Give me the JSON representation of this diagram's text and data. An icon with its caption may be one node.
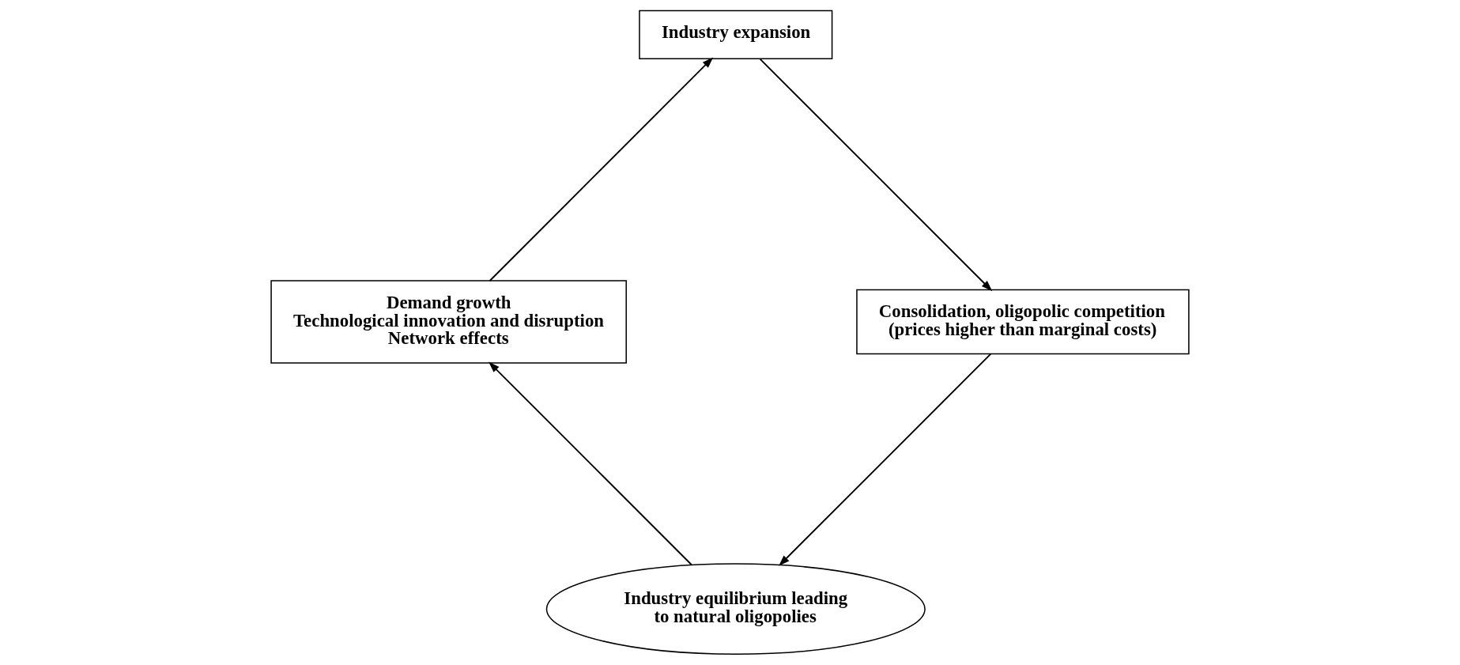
{
  "diagram": {
    "nodes": [
      {
        "text": [
          "Industry equilibrium leading to natural oligopolies"
        ]
      },
      {
        "text": [
          "Demand growth",
          "Technological innovation and disruption",
          "Network effects"
        ]
      },
      {
        "text": [
          "Industry expansion"
        ]
      },
      {
        "text": [
          "Consolidation, oligopolic competition (prices higher than marginal costs)"
        ]
      }
    ],
    "edges": [
      {
        "from": 0,
        "to": 1,
        "arrow": "to"
      },
      {
        "from": 1,
        "to": 2,
        "arrow": "to"
      },
      {
        "from": 2,
        "to": 3,
        "arrow": "to"
      },
      {
        "from": 3,
        "to": 0,
        "arrow": "to"
      }
    ]
  }
}
